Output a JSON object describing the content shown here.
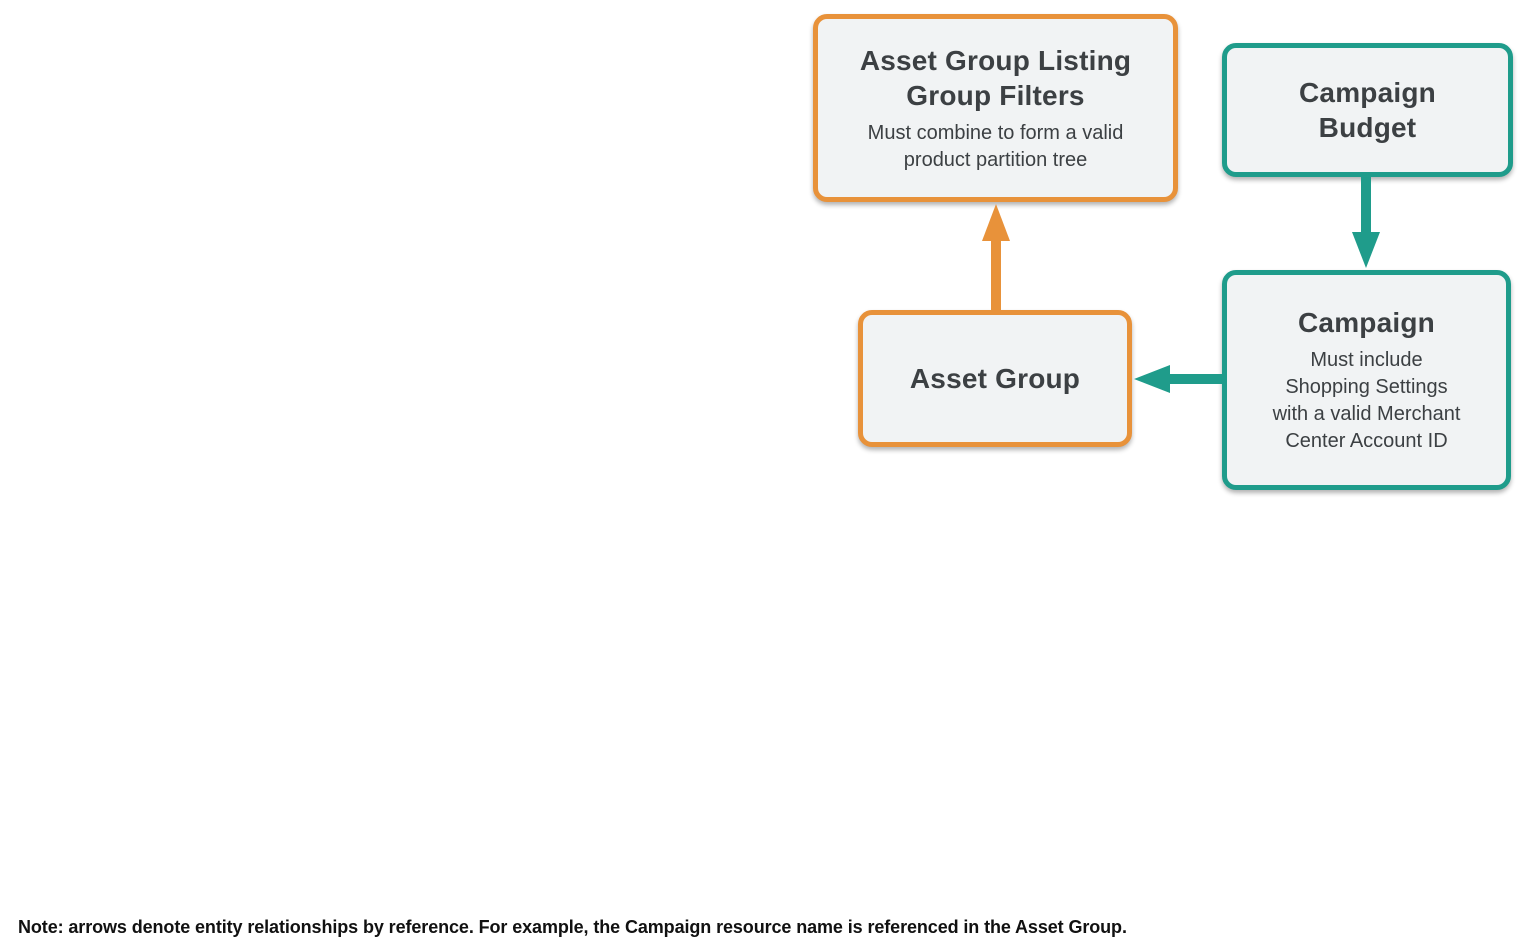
{
  "diagram": {
    "nodes": [
      {
        "id": "asset-group-listing-group-filters",
        "title": "Asset Group Listing\nGroup Filters",
        "subtitle": "Must combine to form a valid\nproduct partition tree",
        "border_color": "#E8923A"
      },
      {
        "id": "campaign-budget",
        "title": "Campaign\nBudget",
        "subtitle": "",
        "border_color": "#1F9C8B"
      },
      {
        "id": "asset-group",
        "title": "Asset Group",
        "subtitle": "",
        "border_color": "#E8923A"
      },
      {
        "id": "campaign",
        "title": "Campaign",
        "subtitle": "Must include\nShopping Settings\nwith a valid Merchant\nCenter Account ID",
        "border_color": "#1F9C8B"
      }
    ],
    "edges": [
      {
        "from": "Asset Group",
        "to": "Asset Group Listing Group Filters",
        "color": "#E8923A"
      },
      {
        "from": "Campaign Budget",
        "to": "Campaign",
        "color": "#1F9C8B"
      },
      {
        "from": "Campaign",
        "to": "Asset Group",
        "color": "#1F9C8B"
      }
    ],
    "colors": {
      "orange": "#E8923A",
      "teal": "#1F9C8B",
      "box_fill": "#F1F3F4",
      "box_text": "#3C4043",
      "note_text": "#111111"
    }
  },
  "note": "Note: arrows denote entity relationships by reference. For example, the Campaign resource name is referenced in the Asset Group."
}
